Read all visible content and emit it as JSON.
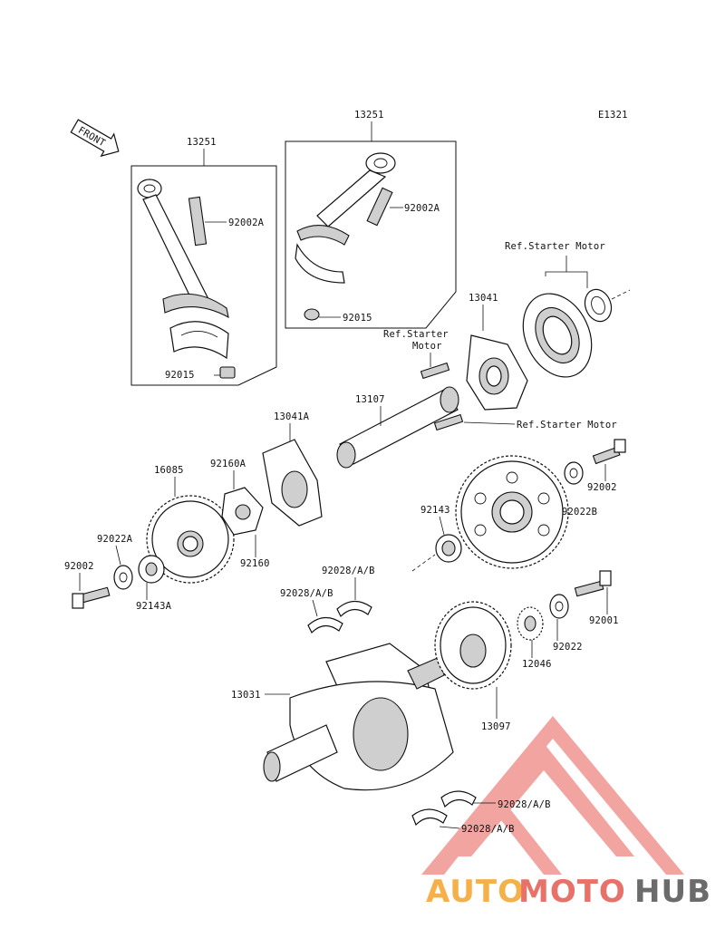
{
  "diagram": {
    "ref_code": "E1321",
    "front_label": "FRONT",
    "labels": {
      "conrod_left": "13251",
      "bolt_left": "92002A",
      "nut_left": "92015",
      "conrod_right": "13251",
      "bolt_right": "92002A",
      "nut_right": "92015",
      "ref_starter_top": "Ref.Starter Motor",
      "clutch_13041": "13041",
      "ref_starter_left_1": "Ref.Starter",
      "ref_starter_left_2": "Motor",
      "shaft_13107": "13107",
      "ref_starter_right": "Ref.Starter Motor",
      "cover_13041a": "13041A",
      "gear_16085": "16085",
      "damper_92160a": "92160A",
      "damper_92160": "92160",
      "washer_92022a": "92022A",
      "bolt_92002_left": "92002",
      "bush_92143a": "92143A",
      "bush_92143": "92143",
      "bolt_92002_right": "92002",
      "washer_92022b": "92022B",
      "bearing_top_1": "92028/A/B",
      "bearing_top_2": "92028/A/B",
      "crankshaft": "13031",
      "bolt_92001": "92001",
      "washer_92022": "92022",
      "gear_12046": "12046",
      "gear_13097": "13097",
      "bearing_bottom_1": "92028/A/B",
      "bearing_bottom_2": "92028/A/B"
    }
  },
  "watermark": {
    "part1": "AUTO",
    "part2": "MOTO",
    "part3": "HUB",
    "colors": {
      "auto": "#f5b04a",
      "moto": "#e8726a",
      "hub": "#6b6b6b",
      "logo": "#e85a55"
    }
  }
}
